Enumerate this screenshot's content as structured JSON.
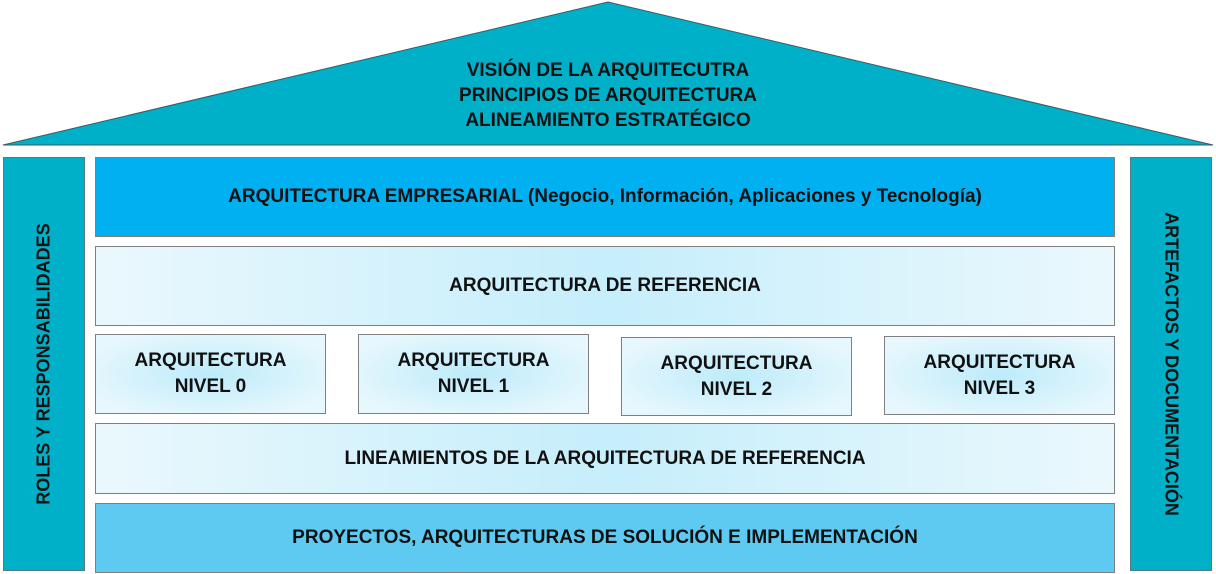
{
  "roof": {
    "lines": [
      "VISIÓN DE LA ARQUITECUTRA",
      "PRINCIPIOS DE ARQUITECTURA",
      "ALINEAMIENTO ESTRATÉGICO"
    ]
  },
  "pillars": {
    "left": "ROLES Y RESPONSABILIDADES",
    "right": "ARTEFACTOS Y DOCUMENTACIÓN"
  },
  "layers": {
    "empresarial": "ARQUITECTURA EMPRESARIAL (Negocio, Información, Aplicaciones y Tecnología)",
    "referencia": "ARQUITECTURA DE REFERENCIA",
    "niveles": [
      {
        "title": "ARQUITECTURA",
        "level": "NIVEL 0"
      },
      {
        "title": "ARQUITECTURA",
        "level": "NIVEL 1"
      },
      {
        "title": "ARQUITECTURA",
        "level": "NIVEL 2"
      },
      {
        "title": "ARQUITECTURA",
        "level": "NIVEL 3"
      }
    ],
    "lineamientos": "LINEAMIENTOS DE LA ARQUITECTURA DE REFERENCIA",
    "proyectos": "PROYECTOS, ARQUITECTURAS DE SOLUCIÓN E IMPLEMENTACIÓN"
  },
  "colors": {
    "roof": "#00b0c8",
    "empresarial": "#00b0f0",
    "proyectos": "#5ecaf2"
  }
}
